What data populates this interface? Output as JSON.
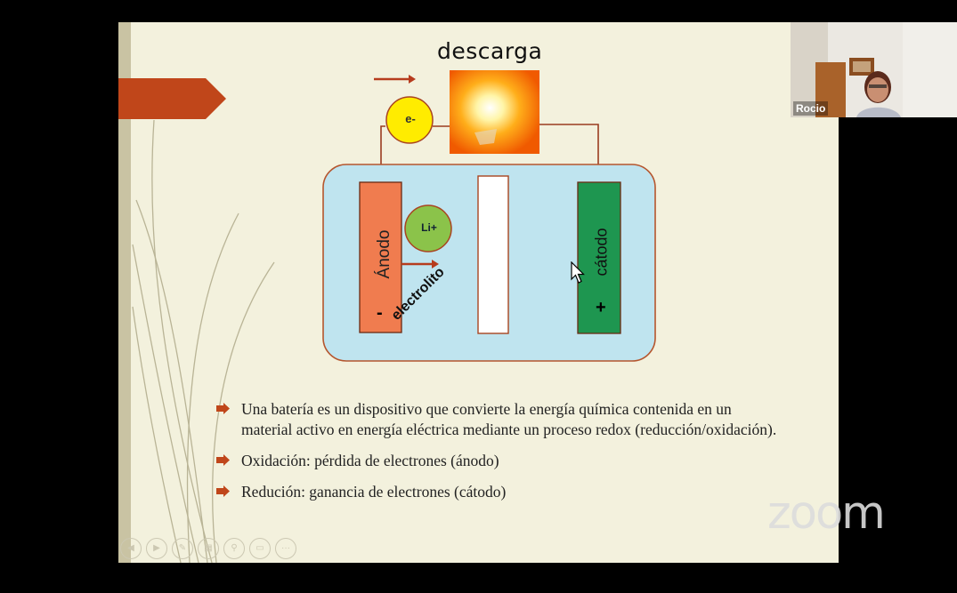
{
  "slide": {
    "title": "descarga",
    "labels": {
      "electron": "e-",
      "ion": "Li+",
      "anode": "Ánodo",
      "anode_sign": "-",
      "cathode": "cátodo",
      "cathode_sign": "+",
      "electrolyte": "electrolito"
    },
    "bullets": [
      "Una batería es un dispositivo que convierte la energía química contenida en un material activo  en energía eléctrica mediante un proceso redox (reducción/oxidación).",
      "Oxidación: pérdida de electrones (ánodo)",
      "Redución: ganancia de electrones (cátodo)"
    ],
    "colors": {
      "accent": "#c0461a",
      "anode": "#f07c4f",
      "cathode": "#1e9650",
      "electrolyte": "#bfe4ef",
      "electron": "#ffec00",
      "ion": "#8bc34a"
    },
    "nav_icons": [
      "previous-icon",
      "play-icon",
      "pen-icon",
      "slides-icon",
      "zoom-icon",
      "screen-icon",
      "more-icon"
    ]
  },
  "participant": {
    "name": "Rocio"
  },
  "branding": {
    "logo": "zoom"
  }
}
